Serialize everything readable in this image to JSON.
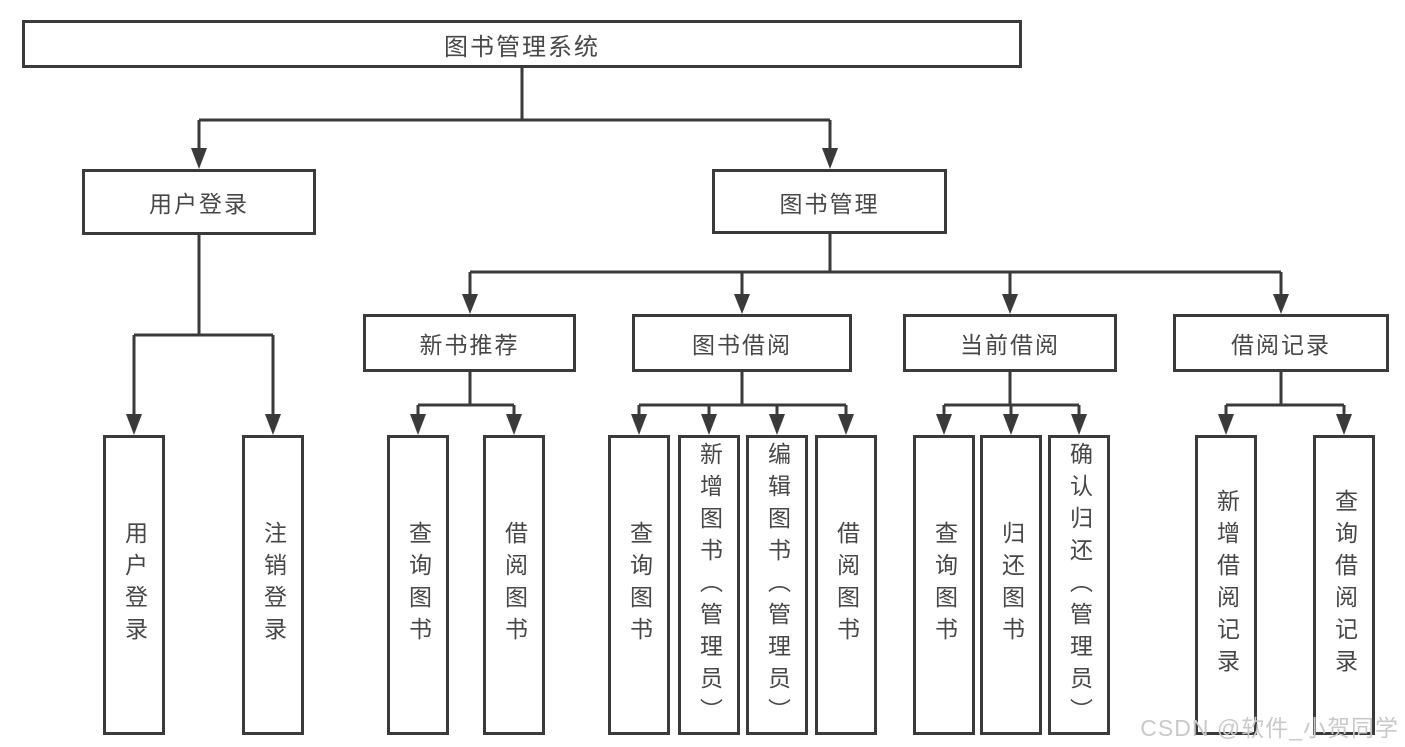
{
  "diagram": {
    "type": "tree",
    "root": {
      "label": "图书管理系统"
    },
    "level2": [
      {
        "label": "用户登录"
      },
      {
        "label": "图书管理"
      }
    ],
    "level3": [
      {
        "label": "新书推荐",
        "parent": "图书管理"
      },
      {
        "label": "图书借阅",
        "parent": "图书管理"
      },
      {
        "label": "当前借阅",
        "parent": "图书管理"
      },
      {
        "label": "借阅记录",
        "parent": "图书管理"
      }
    ],
    "leaves": [
      {
        "label": "用户登录",
        "parent": "用户登录"
      },
      {
        "label": "注销登录",
        "parent": "用户登录"
      },
      {
        "label": "查询图书",
        "parent": "新书推荐"
      },
      {
        "label": "借阅图书",
        "parent": "新书推荐"
      },
      {
        "label": "查询图书",
        "parent": "图书借阅"
      },
      {
        "label": "新增图书（管理员）",
        "parent": "图书借阅"
      },
      {
        "label": "编辑图书（管理员）",
        "parent": "图书借阅"
      },
      {
        "label": "借阅图书",
        "parent": "图书借阅"
      },
      {
        "label": "查询图书",
        "parent": "当前借阅"
      },
      {
        "label": "归还图书",
        "parent": "当前借阅"
      },
      {
        "label": "确认归还（管理员）",
        "parent": "当前借阅"
      },
      {
        "label": "新增借阅记录",
        "parent": "借阅记录"
      },
      {
        "label": "查询借阅记录",
        "parent": "借阅记录"
      }
    ],
    "watermark": "CSDN @软件_小贺同学",
    "colors": {
      "line": "#3a3a3a",
      "text": "#474747",
      "watermark": "#c9c9c9",
      "background": "#ffffff"
    }
  }
}
